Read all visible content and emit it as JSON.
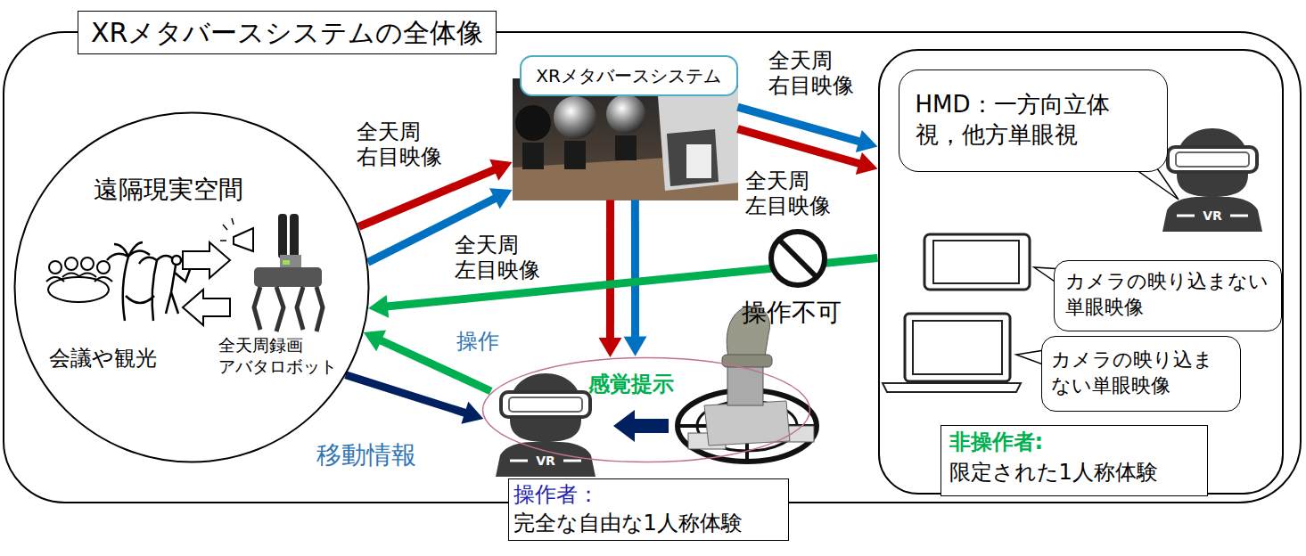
{
  "diagram": {
    "nodes": [
      {
        "text": [
          "XRメタバースシステムの全体像"
        ]
      },
      {
        "text": [
          "遠隔現実空間",
          "会議や観光",
          "全天周録画 アバタロボット"
        ],
        "in": 0
      },
      {
        "text": [
          "XRメタバースシステム"
        ],
        "in": 0
      },
      {
        "text": [
          "非操作者:",
          "限定された1人称体験"
        ],
        "in": 0
      },
      {
        "text": [
          "HMD：一方向立体視，他方単眼視"
        ],
        "in": 3
      },
      {
        "text": [
          "カメラの映り込まない単眼映像"
        ],
        "in": 3
      },
      {
        "text": [
          "カメラの映り込まない単眼映像"
        ],
        "in": 3
      },
      {
        "text": [
          "感覚提示"
        ],
        "in": 0
      },
      {
        "text": [
          "操作者：",
          "完全な自由な1人称体験"
        ],
        "in": 0
      }
    ],
    "edges": [
      {
        "from": 1,
        "to": 2,
        "label": "全天周 右目映像",
        "arrow": "to"
      },
      {
        "from": 1,
        "to": 2,
        "label": "全天周 左目映像",
        "arrow": "to"
      },
      {
        "from": 2,
        "to": 3,
        "label": "全天周 右目映像",
        "arrow": "to"
      },
      {
        "from": 2,
        "to": 3,
        "label": "全天周 左目映像",
        "arrow": "to"
      },
      {
        "from": 2,
        "to": 7,
        "arrow": "to"
      },
      {
        "from": 2,
        "to": 7,
        "arrow": "to"
      },
      {
        "from": 3,
        "to": 1,
        "label": "操作不可",
        "arrow": "to"
      },
      {
        "from": 7,
        "to": 1,
        "label": "操作",
        "arrow": "to"
      },
      {
        "from": 1,
        "to": 7,
        "label": "移動情報",
        "arrow": "to"
      }
    ],
    "labels": [
      "VR",
      "VR"
    ]
  }
}
